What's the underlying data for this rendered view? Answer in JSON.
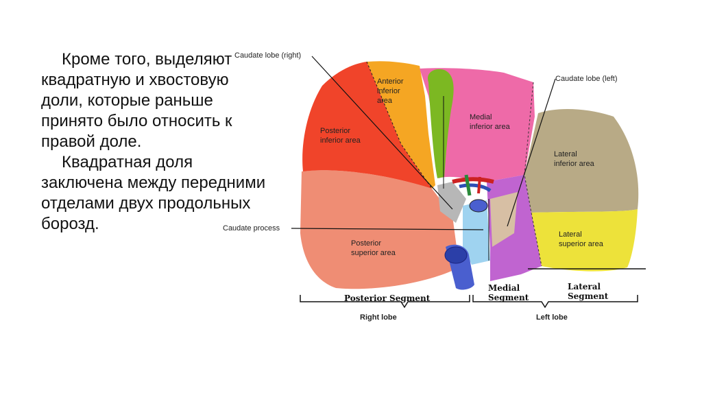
{
  "text": {
    "para1": "Кроме того, выделяют квадратную и хвостовую доли, которые раньше принято было относить к правой доле.",
    "para2": "Квадратная доля заключена между передними отделами двух продольных борозд."
  },
  "diagram": {
    "labels": {
      "caudate_lobe_right": "Caudate lobe (right)",
      "caudate_lobe_left": "Caudate lobe (left)",
      "caudate_process": "Caudate process",
      "anterior_inferior_area": [
        "Anterior",
        "inferior",
        "area"
      ],
      "posterior_inferior_area": [
        "Posterior",
        "inferior area"
      ],
      "medial_inferior_area": [
        "Medial",
        "inferior area"
      ],
      "lateral_inferior_area": [
        "Lateral",
        "inferior area"
      ],
      "posterior_superior_area": [
        "Posterior",
        "superior area"
      ],
      "lateral_superior_area": [
        "Lateral",
        "superior area"
      ],
      "posterior_segment": "Posterior Segment",
      "medial_segment": [
        "Medial",
        "Segment"
      ],
      "lateral_segment": [
        "Lateral",
        "Segment"
      ],
      "right_lobe": "Right lobe",
      "left_lobe": "Left lobe"
    },
    "colors": {
      "posterior_inferior": "#f0442a",
      "anterior_inferior": "#f5a623",
      "gallbladder": "#7cb822",
      "medial_inferior": "#ee6aa8",
      "lateral_inferior": "#b8aa86",
      "lateral_superior": "#ede23a",
      "posterior_superior": "#ef8d74",
      "vena_cava": "#4a5fcf",
      "caudate_process": "#9fd3f0",
      "caudate_left": "#d7bfa4",
      "quadrate_purple": "#c064d0"
    }
  }
}
